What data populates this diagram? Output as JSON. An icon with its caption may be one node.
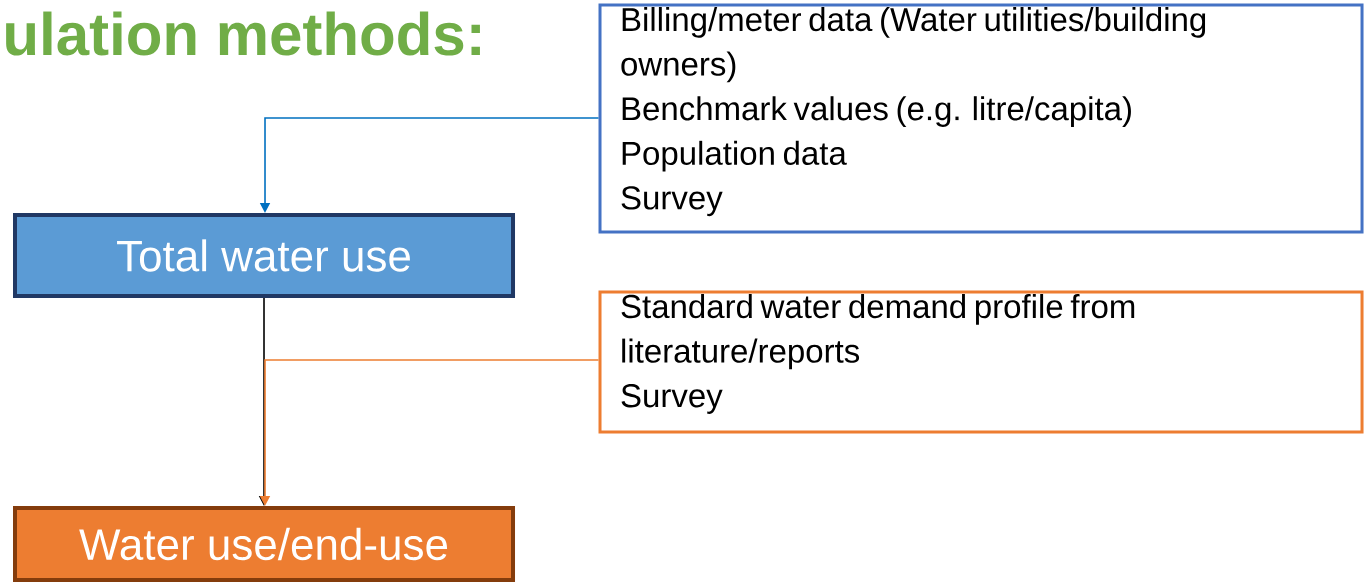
{
  "diagram": {
    "title": "ulation methods:",
    "nodes": [
      {
        "text": [
          "Total water use"
        ]
      },
      {
        "text": [
          "Billing/meter data (Water utilities/building owners)",
          "Benchmark values (e.g. litre/capita)",
          "Population data",
          "Survey"
        ]
      },
      {
        "text": [
          "Standard water demand profile from literature/reports",
          "Survey"
        ]
      },
      {
        "text": [
          "Water use/end-use"
        ]
      }
    ],
    "edges": [
      {
        "from": 1,
        "to": 0,
        "arrow": "to",
        "color": "#0070c0"
      },
      {
        "from": 0,
        "to": 3,
        "arrow": "to",
        "color": "#000000"
      },
      {
        "from": 2,
        "to": 3,
        "arrow": "to",
        "color": "#ed7d31"
      }
    ]
  }
}
